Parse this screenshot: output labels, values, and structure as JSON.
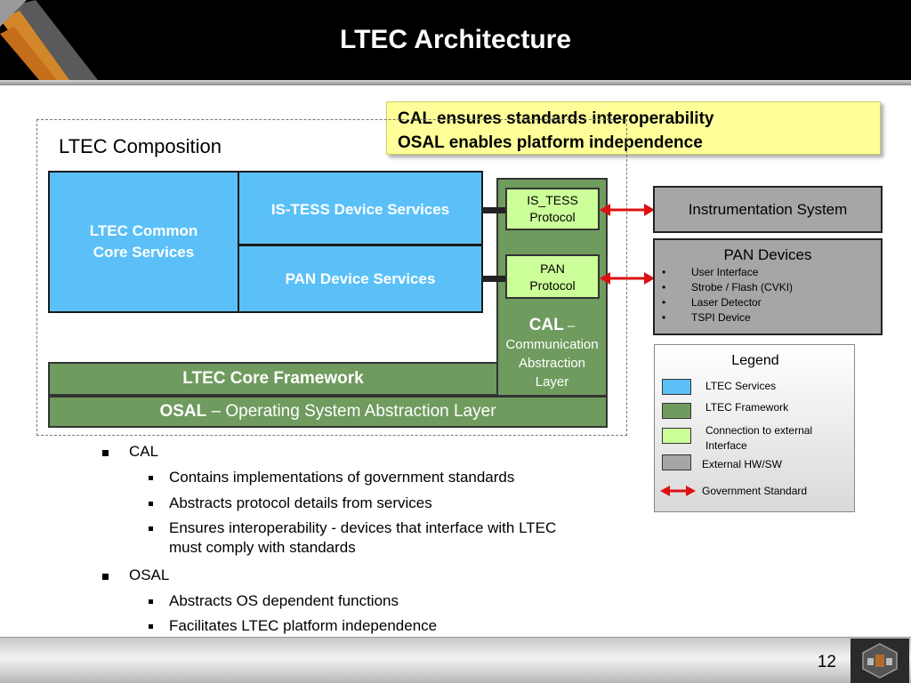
{
  "slide": {
    "title": "LTEC Architecture",
    "page_number": "12"
  },
  "callout": {
    "line1": "CAL ensures standards interoperability",
    "line2": "OSAL enables platform independence"
  },
  "diagram": {
    "composition_title": "LTEC Composition",
    "core_services": [
      "LTEC Common",
      "Core Services"
    ],
    "istess_device_services": "IS-TESS Device Services",
    "pan_device_services": "PAN Device Services",
    "core_framework": "LTEC Core Framework",
    "osal_bold": "OSAL",
    "osal_rest": " – Operating System Abstraction Layer",
    "cal_bold": "CAL",
    "cal_dash": " –",
    "cal_lines": [
      "Communication",
      "Abstraction",
      "Layer"
    ],
    "istess_protocol": [
      "IS_TESS",
      "Protocol"
    ],
    "pan_protocol": [
      "PAN",
      "Protocol"
    ],
    "instrumentation_system": "Instrumentation System",
    "pan_devices_title": "PAN Devices",
    "pan_devices": [
      "User Interface",
      "Strobe / Flash (CVKI)",
      "Laser Detector",
      "TSPI Device"
    ],
    "bullet_glyph": "•"
  },
  "legend": {
    "title": "Legend",
    "items": [
      {
        "label": "LTEC Services",
        "color": "#5bc0f8"
      },
      {
        "label": "LTEC Framework",
        "color": "#6f9b5e"
      },
      {
        "label_lines": [
          "Connection to external",
          "Interface"
        ],
        "color": "#ccff99"
      },
      {
        "label": "External HW/SW",
        "color": "#a6a6a6"
      },
      {
        "label": "Government Standard",
        "color": "#dd1111"
      }
    ]
  },
  "bullets": [
    {
      "text": "CAL",
      "children": [
        "Contains implementations of government standards",
        "Abstracts protocol details from services",
        [
          "Ensures interoperability - devices that interface with LTEC",
          "must comply with standards"
        ]
      ]
    },
    {
      "text": "OSAL",
      "children": [
        "Abstracts OS dependent functions",
        "Facilitates LTEC platform independence"
      ]
    }
  ]
}
